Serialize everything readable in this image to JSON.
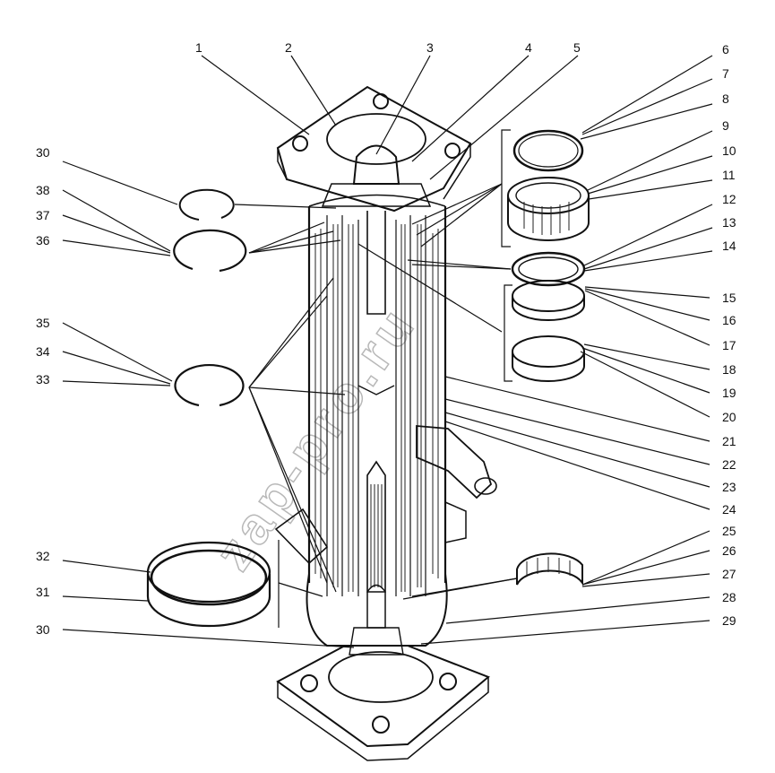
{
  "watermark": "zap-pro.ru",
  "labels": {
    "l1": "1",
    "l2": "2",
    "l3": "3",
    "l4": "4",
    "l5": "5",
    "l6": "6",
    "l7": "7",
    "l8": "8",
    "l9": "9",
    "l10": "10",
    "l11": "11",
    "l12": "12",
    "l13": "13",
    "l14": "14",
    "l15": "15",
    "l16": "16",
    "l17": "17",
    "l18": "18",
    "l19": "19",
    "l20": "20",
    "l21": "21",
    "l22": "22",
    "l23": "23",
    "l24": "24",
    "l25": "25",
    "l26": "26",
    "l27": "27",
    "l28": "28",
    "l29": "29",
    "l30a": "30",
    "l30b": "30",
    "l31": "31",
    "l32": "32",
    "l33": "33",
    "l34": "34",
    "l35": "35",
    "l36": "36",
    "l37": "37",
    "l38": "38"
  }
}
